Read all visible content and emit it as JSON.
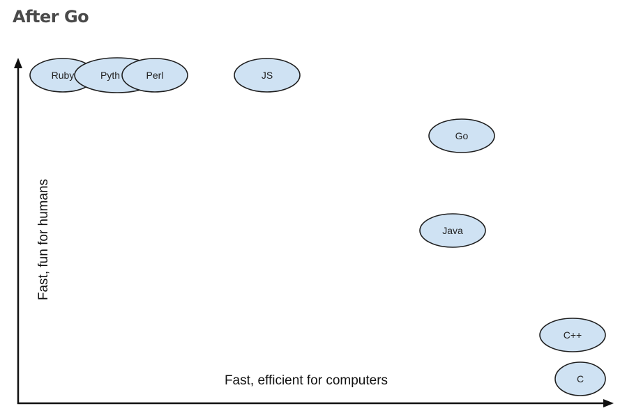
{
  "title": "After Go",
  "axes": {
    "x_label": "Fast, efficient for computers",
    "y_label": "Fast, fun for humans"
  },
  "colors": {
    "bubble_fill": "#cfe2f3",
    "bubble_stroke": "#1f1f1f",
    "axis": "#111111"
  },
  "languages": [
    {
      "id": "ruby",
      "label": "Ruby"
    },
    {
      "id": "python",
      "label": "Pyth"
    },
    {
      "id": "perl",
      "label": "Perl"
    },
    {
      "id": "js",
      "label": "JS"
    },
    {
      "id": "go",
      "label": "Go"
    },
    {
      "id": "java",
      "label": "Java"
    },
    {
      "id": "cpp",
      "label": "C++"
    },
    {
      "id": "c",
      "label": "C"
    }
  ]
}
